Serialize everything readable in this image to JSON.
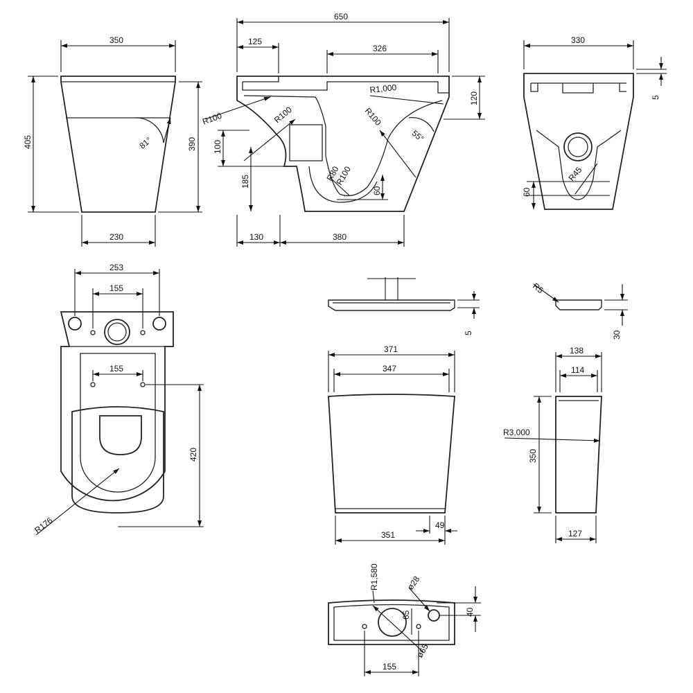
{
  "dims": {
    "front_top_width": "350",
    "front_total_height": "405",
    "front_body_height": "390",
    "front_angle": "81°",
    "front_base_width": "230",
    "side_total_length": "650",
    "side_top_left": "125",
    "side_top_mid": "326",
    "side_radius_large": "R1,000",
    "side_rim_height": "120",
    "side_r100_a": "R100",
    "side_r100_b": "R100",
    "side_r100_c": "R100",
    "side_angle": "55°",
    "side_inlet_height": "100",
    "side_outlet_height": "185",
    "side_r80": "R80",
    "side_r100_d": "R100",
    "side_trap_height": "60",
    "side_base_left": "130",
    "side_base_right": "380",
    "back_width": "330",
    "back_lip": "5",
    "back_r45": "R45",
    "back_base_height": "60",
    "plan_outer_holes": "253",
    "plan_inner_holes": "155",
    "plan_seat_holes": "155",
    "plan_depth": "420",
    "plan_radius": "R176",
    "lid_thickness": "5",
    "lid2_radius": "R5",
    "lid2_thickness": "30",
    "tank_top_outer": "371",
    "tank_top_inner": "347",
    "tank_bottom": "351",
    "tank_offset": "49",
    "tank_side_top": "138",
    "tank_side_inner": "114",
    "tank_side_radius": "R3,000",
    "tank_side_height": "350",
    "tank_side_bottom": "127",
    "tank_plan_radius": "R1,580",
    "tank_plan_hole_small": "ø28",
    "tank_plan_offset": "65",
    "tank_plan_depth": "40",
    "tank_plan_hole_large": "ø65",
    "tank_plan_holes": "155"
  }
}
